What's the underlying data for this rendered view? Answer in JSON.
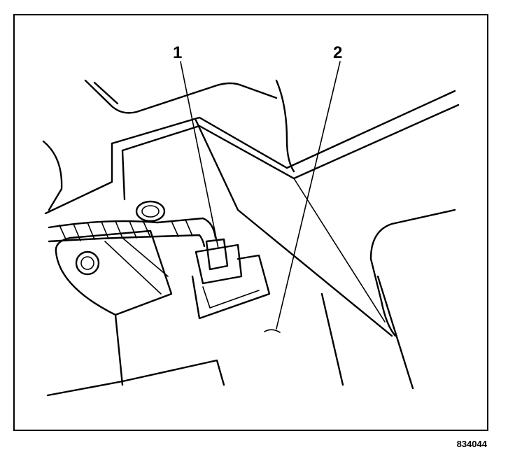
{
  "callouts": [
    {
      "id": "1",
      "label": "1"
    },
    {
      "id": "2",
      "label": "2"
    }
  ],
  "figure_number": "834044"
}
